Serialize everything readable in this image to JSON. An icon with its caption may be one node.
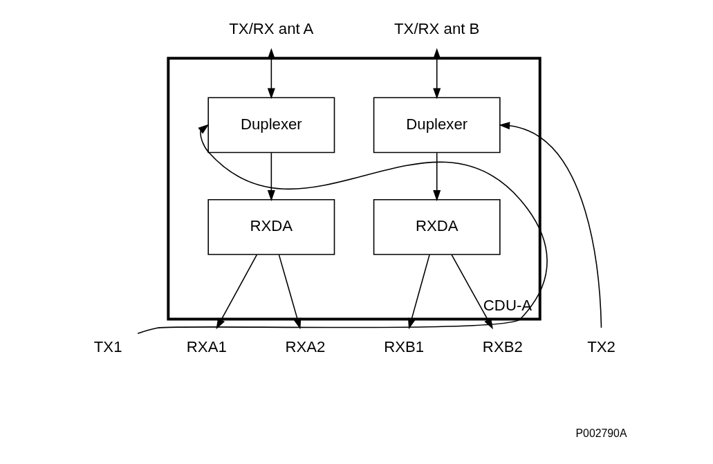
{
  "diagram": {
    "nodes": [
      {
        "text": [
          "TX/RX ant A"
        ]
      },
      {
        "text": [
          "TX/RX ant B"
        ]
      },
      {
        "text": [
          "CDU-A"
        ]
      },
      {
        "text": [
          "Duplexer"
        ],
        "in": 2
      },
      {
        "text": [
          "Duplexer"
        ],
        "in": 2
      },
      {
        "text": [
          "RXDA"
        ],
        "in": 2
      },
      {
        "text": [
          "RXDA"
        ],
        "in": 2
      },
      {
        "text": [
          "TX1"
        ]
      },
      {
        "text": [
          "RXA1"
        ]
      },
      {
        "text": [
          "RXA2"
        ]
      },
      {
        "text": [
          "RXB1"
        ]
      },
      {
        "text": [
          "RXB2"
        ]
      },
      {
        "text": [
          "TX2"
        ]
      }
    ],
    "edges": [
      {
        "from": 0,
        "to": 3,
        "arrow": "both"
      },
      {
        "from": 1,
        "to": 4,
        "arrow": "both"
      },
      {
        "from": 7,
        "to": 3,
        "arrow": "to"
      },
      {
        "from": 12,
        "to": 4,
        "arrow": "to"
      },
      {
        "from": 3,
        "to": 5,
        "arrow": "to"
      },
      {
        "from": 4,
        "to": 6,
        "arrow": "to"
      },
      {
        "from": 5,
        "to": 8,
        "arrow": "to"
      },
      {
        "from": 5,
        "to": 9,
        "arrow": "to"
      },
      {
        "from": 6,
        "to": 10,
        "arrow": "to"
      },
      {
        "from": 6,
        "to": 11,
        "arrow": "to"
      }
    ],
    "labels": [
      "P002790A"
    ]
  }
}
